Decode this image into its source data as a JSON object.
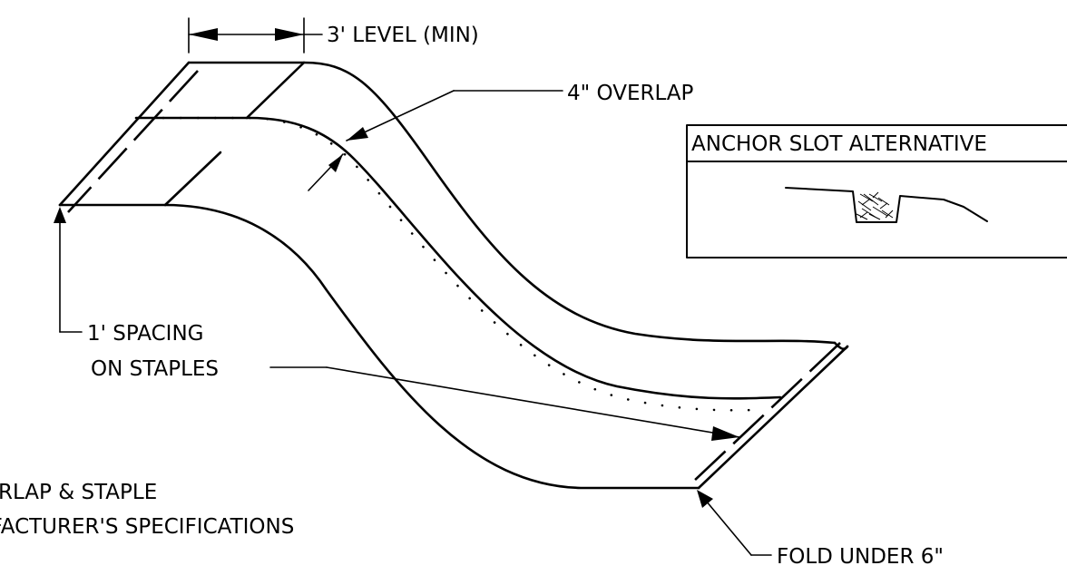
{
  "annotations": {
    "level": "3' LEVEL (MIN)",
    "overlap": "4\" OVERLAP",
    "spacing_line1": "1' SPACING",
    "spacing_line2": "ON STAPLES",
    "overlap_staple_line1": "OVERLAP & STAPLE",
    "overlap_staple_line2": "MANUFACTURER'S SPECIFICATIONS",
    "fold": "FOLD UNDER 6\""
  },
  "inset": {
    "title": "ANCHOR SLOT ALTERNATIVE"
  }
}
